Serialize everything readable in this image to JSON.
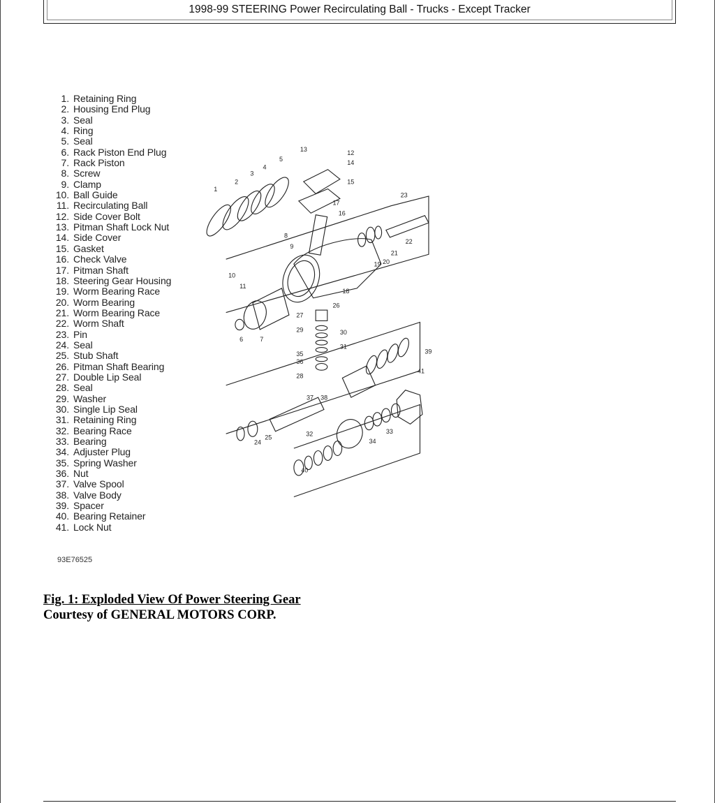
{
  "header": {
    "title": "1998-99 STEERING Power Recirculating Ball - Trucks - Except Tracker"
  },
  "legend": [
    {
      "num": "1.",
      "label": "Retaining Ring"
    },
    {
      "num": "2.",
      "label": "Housing End Plug"
    },
    {
      "num": "3.",
      "label": "Seal"
    },
    {
      "num": "4.",
      "label": "Ring"
    },
    {
      "num": "5.",
      "label": "Seal"
    },
    {
      "num": "6.",
      "label": "Rack Piston End Plug"
    },
    {
      "num": "7.",
      "label": "Rack Piston"
    },
    {
      "num": "8.",
      "label": "Screw"
    },
    {
      "num": "9.",
      "label": "Clamp"
    },
    {
      "num": "10.",
      "label": "Ball Guide"
    },
    {
      "num": "11.",
      "label": "Recirculating Ball"
    },
    {
      "num": "12.",
      "label": "Side Cover Bolt"
    },
    {
      "num": "13.",
      "label": "Pitman Shaft Lock Nut"
    },
    {
      "num": "14.",
      "label": "Side Cover"
    },
    {
      "num": "15.",
      "label": "Gasket"
    },
    {
      "num": "16.",
      "label": "Check Valve"
    },
    {
      "num": "17.",
      "label": "Pitman Shaft"
    },
    {
      "num": "18.",
      "label": "Steering Gear Housing"
    },
    {
      "num": "19.",
      "label": "Worm Bearing Race"
    },
    {
      "num": "20.",
      "label": "Worm Bearing"
    },
    {
      "num": "21.",
      "label": "Worm Bearing Race"
    },
    {
      "num": "22.",
      "label": "Worm Shaft"
    },
    {
      "num": "23.",
      "label": "Pin"
    },
    {
      "num": "24.",
      "label": "Seal"
    },
    {
      "num": "25.",
      "label": "Stub Shaft"
    },
    {
      "num": "26.",
      "label": "Pitman Shaft Bearing"
    },
    {
      "num": "27.",
      "label": "Double Lip Seal"
    },
    {
      "num": "28.",
      "label": "Seal"
    },
    {
      "num": "29.",
      "label": "Washer"
    },
    {
      "num": "30.",
      "label": "Single Lip Seal"
    },
    {
      "num": "31.",
      "label": "Retaining Ring"
    },
    {
      "num": "32.",
      "label": "Bearing Race"
    },
    {
      "num": "33.",
      "label": "Bearing"
    },
    {
      "num": "34.",
      "label": "Adjuster Plug"
    },
    {
      "num": "35.",
      "label": "Spring Washer"
    },
    {
      "num": "36.",
      "label": "Nut"
    },
    {
      "num": "37.",
      "label": "Valve Spool"
    },
    {
      "num": "38.",
      "label": "Valve Body"
    },
    {
      "num": "39.",
      "label": "Spacer"
    },
    {
      "num": "40.",
      "label": "Bearing Retainer"
    },
    {
      "num": "41.",
      "label": "Lock Nut"
    }
  ],
  "figure_code": "93E76525",
  "callouts": [
    "1",
    "2",
    "3",
    "4",
    "5",
    "6",
    "7",
    "8",
    "9",
    "10",
    "11",
    "12",
    "13",
    "14",
    "15",
    "16",
    "17",
    "18",
    "19",
    "20",
    "21",
    "22",
    "23",
    "24",
    "25",
    "26",
    "27",
    "28",
    "29",
    "30",
    "31",
    "32",
    "33",
    "34",
    "35",
    "36",
    "37",
    "38",
    "39",
    "40",
    "41"
  ],
  "caption": {
    "title": "Fig. 1: Exploded View Of Power Steering Gear",
    "credit": "Courtesy of GENERAL MOTORS CORP."
  }
}
